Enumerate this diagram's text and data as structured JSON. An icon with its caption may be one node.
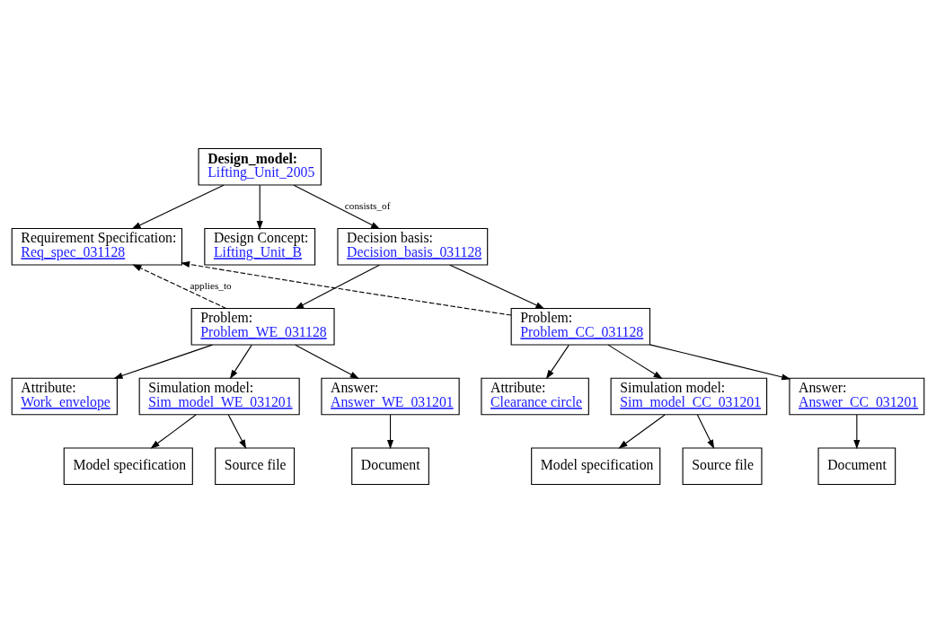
{
  "diagram": {
    "nodes": [
      {
        "text": [
          "Design_model:",
          "Lifting_Unit_2005"
        ]
      },
      {
        "text": [
          "Requirement Specification:",
          "Req_spec_031128"
        ]
      },
      {
        "text": [
          "Design Concept:",
          "Lifting_Unit_B"
        ]
      },
      {
        "text": [
          "Decision basis:",
          "Decision_basis_031128"
        ]
      },
      {
        "text": [
          "Problem:",
          "Problem_WE_031128"
        ]
      },
      {
        "text": [
          "Problem:",
          "Problem_CC_031128"
        ]
      },
      {
        "text": [
          "Attribute:",
          "Work_envelope"
        ]
      },
      {
        "text": [
          "Attribute:",
          "Clearance circle"
        ]
      },
      {
        "text": [
          "Simulation model:",
          "Sim_model_WE_031201"
        ]
      },
      {
        "text": [
          "Answer:",
          "Answer_WE_031201"
        ]
      },
      {
        "text": [
          "Simulation model:",
          "Sim_model_CC_031201"
        ]
      },
      {
        "text": [
          "Answer:",
          "Answer_CC_031201"
        ]
      },
      {
        "text": [
          "Model specification"
        ]
      },
      {
        "text": [
          "Source file"
        ]
      },
      {
        "text": [
          "Document"
        ]
      },
      {
        "text": [
          "Model specification"
        ]
      },
      {
        "text": [
          "Source file"
        ]
      },
      {
        "text": [
          "Document"
        ]
      }
    ],
    "edges": [
      {
        "from": 0,
        "to": 1,
        "arrow": "to"
      },
      {
        "from": 0,
        "to": 2,
        "arrow": "to"
      },
      {
        "from": 0,
        "to": 3,
        "arrow": "to",
        "label": "consists_of"
      },
      {
        "from": 3,
        "to": 4,
        "arrow": "to"
      },
      {
        "from": 3,
        "to": 5,
        "arrow": "to"
      },
      {
        "from": 4,
        "to": 1,
        "arrow": "to",
        "style": "dashed",
        "label": "applies_to"
      },
      {
        "from": 5,
        "to": 1,
        "arrow": "to",
        "style": "dashed"
      },
      {
        "from": 4,
        "to": 6,
        "arrow": "to"
      },
      {
        "from": 4,
        "to": 8,
        "arrow": "to"
      },
      {
        "from": 4,
        "to": 9,
        "arrow": "to"
      },
      {
        "from": 5,
        "to": 7,
        "arrow": "to"
      },
      {
        "from": 5,
        "to": 10,
        "arrow": "to"
      },
      {
        "from": 5,
        "to": 11,
        "arrow": "to"
      },
      {
        "from": 8,
        "to": 12,
        "arrow": "to"
      },
      {
        "from": 8,
        "to": 13,
        "arrow": "to"
      },
      {
        "from": 9,
        "to": 14,
        "arrow": "to"
      },
      {
        "from": 10,
        "to": 15,
        "arrow": "to"
      },
      {
        "from": 10,
        "to": 16,
        "arrow": "to"
      },
      {
        "from": 11,
        "to": 17,
        "arrow": "to"
      }
    ]
  }
}
